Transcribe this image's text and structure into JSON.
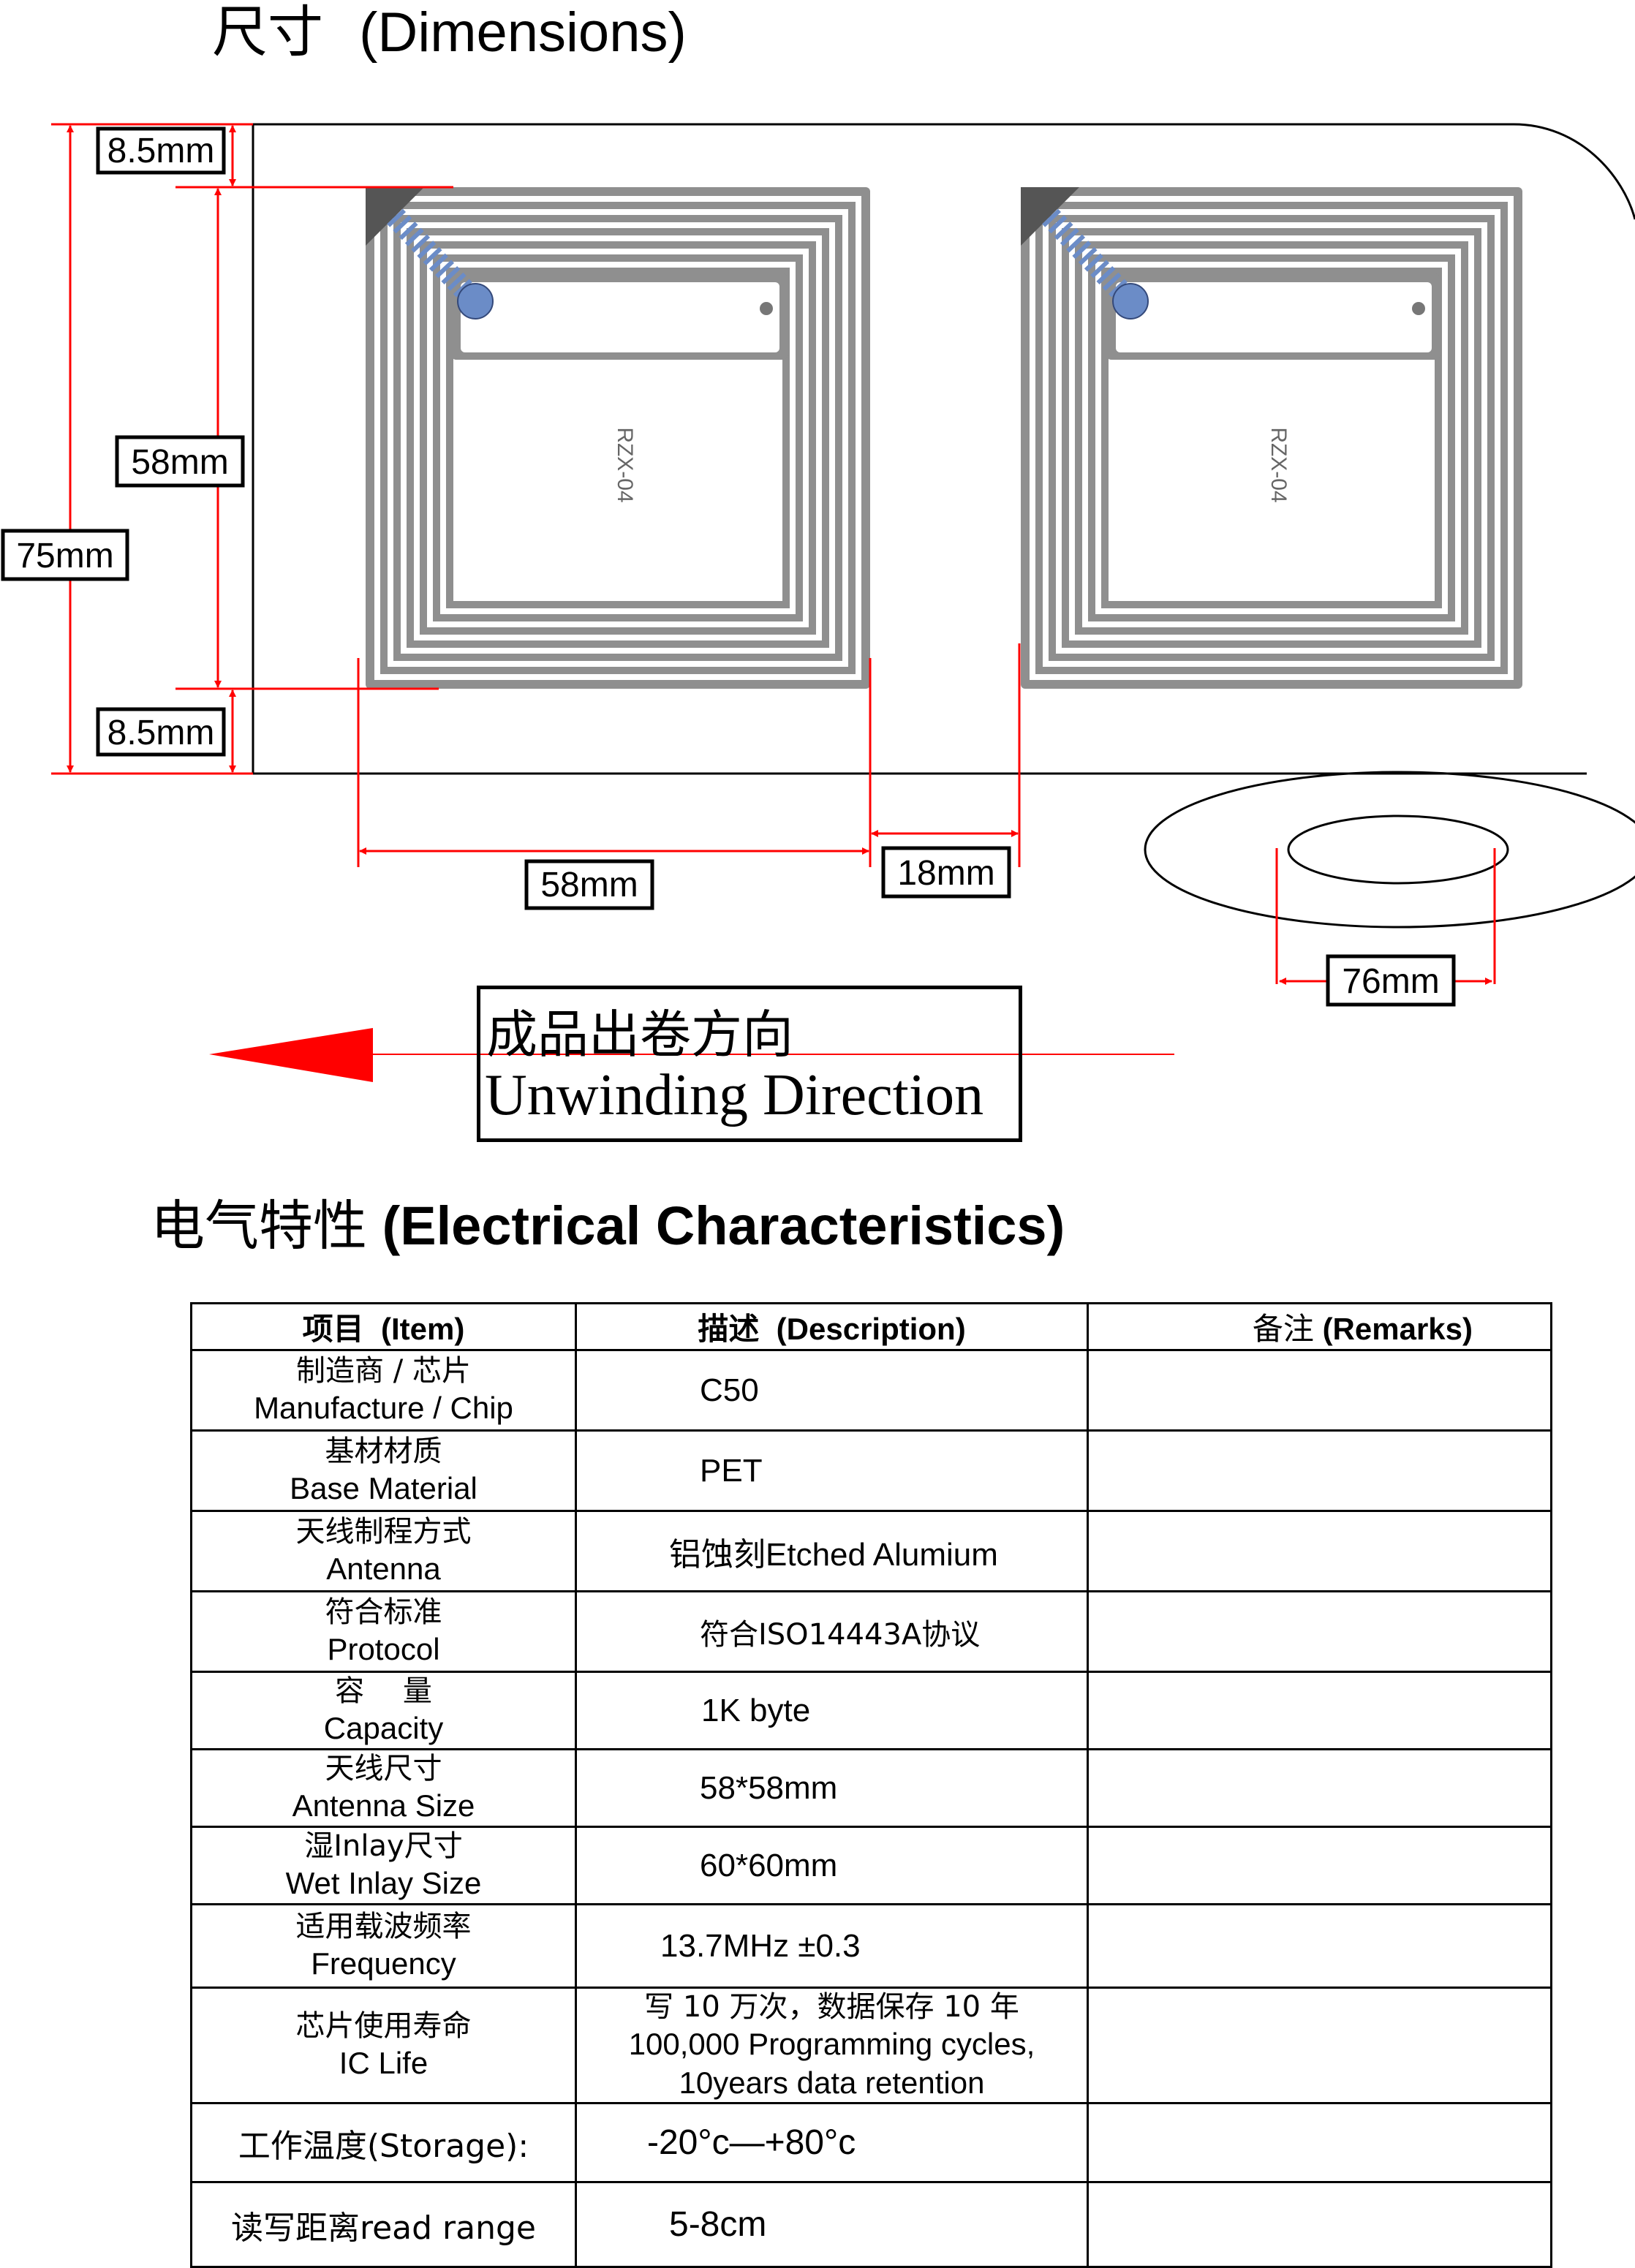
{
  "dimensions_section": {
    "title_cn": "尺寸",
    "title_en": "(Dimensions)"
  },
  "diagram": {
    "labels": {
      "top_margin": "8.5mm",
      "antenna_height": "58mm",
      "total_height": "75mm",
      "bottom_margin": "8.5mm",
      "antenna_width": "58mm",
      "gap": "18mm",
      "core_diameter": "76mm"
    },
    "inlay_text": [
      "RZX-04",
      "RZX-04"
    ],
    "colors": {
      "dimension_line": "#ff0000",
      "antenna_coil": "#8a8a8a",
      "chip_dot": "#6b8cc7",
      "bridge": "#5b7bbf"
    },
    "unwinding": {
      "cn": "成品出卷方向",
      "en": "Unwinding Direction"
    }
  },
  "electrical_section": {
    "title_cn": "电气特性",
    "title_en": "(Electrical Characteristics)"
  },
  "table": {
    "headers": [
      {
        "cn": "项目",
        "en": "(Item)"
      },
      {
        "cn": "描述",
        "en": "(Description)"
      },
      {
        "cn": "备注",
        "en": "(Remarks)"
      }
    ],
    "rows": [
      {
        "item_cn": "制造商 / 芯片",
        "item_en": "Manufacture / Chip",
        "desc": "C50",
        "remarks": ""
      },
      {
        "item_cn": "基材材质",
        "item_en": "Base Material",
        "desc": "PET",
        "remarks": ""
      },
      {
        "item_cn": "天线制程方式",
        "item_en": "Antenna",
        "desc": "铝蚀刻Etched Alumium",
        "remarks": ""
      },
      {
        "item_cn": "符合标准",
        "item_en": "Protocol",
        "desc": "符合ISO14443A协议",
        "remarks": ""
      },
      {
        "item_cn": "容　 量",
        "item_en": "Capacity",
        "desc": "1K byte",
        "remarks": ""
      },
      {
        "item_cn": "天线尺寸",
        "item_en": "Antenna Size",
        "desc": "58*58mm",
        "remarks": ""
      },
      {
        "item_cn": "湿Inlay尺寸",
        "item_en": "Wet Inlay Size",
        "desc": "60*60mm",
        "remarks": ""
      },
      {
        "item_cn": "适用载波频率",
        "item_en": "Frequency",
        "desc": "13.7MHz ±0.3",
        "remarks": ""
      },
      {
        "item_cn": "芯片使用寿命",
        "item_en": "IC Life",
        "desc_lines": [
          "写 10 万次，数据保存 10 年",
          "100,000 Programming cycles,",
          "10years data retention"
        ],
        "remarks": ""
      },
      {
        "item": "工作温度(Storage):",
        "desc": "-20°c—+80°c",
        "remarks": ""
      },
      {
        "item": "读写距离read range",
        "desc": "5-8cm",
        "remarks": ""
      }
    ]
  }
}
